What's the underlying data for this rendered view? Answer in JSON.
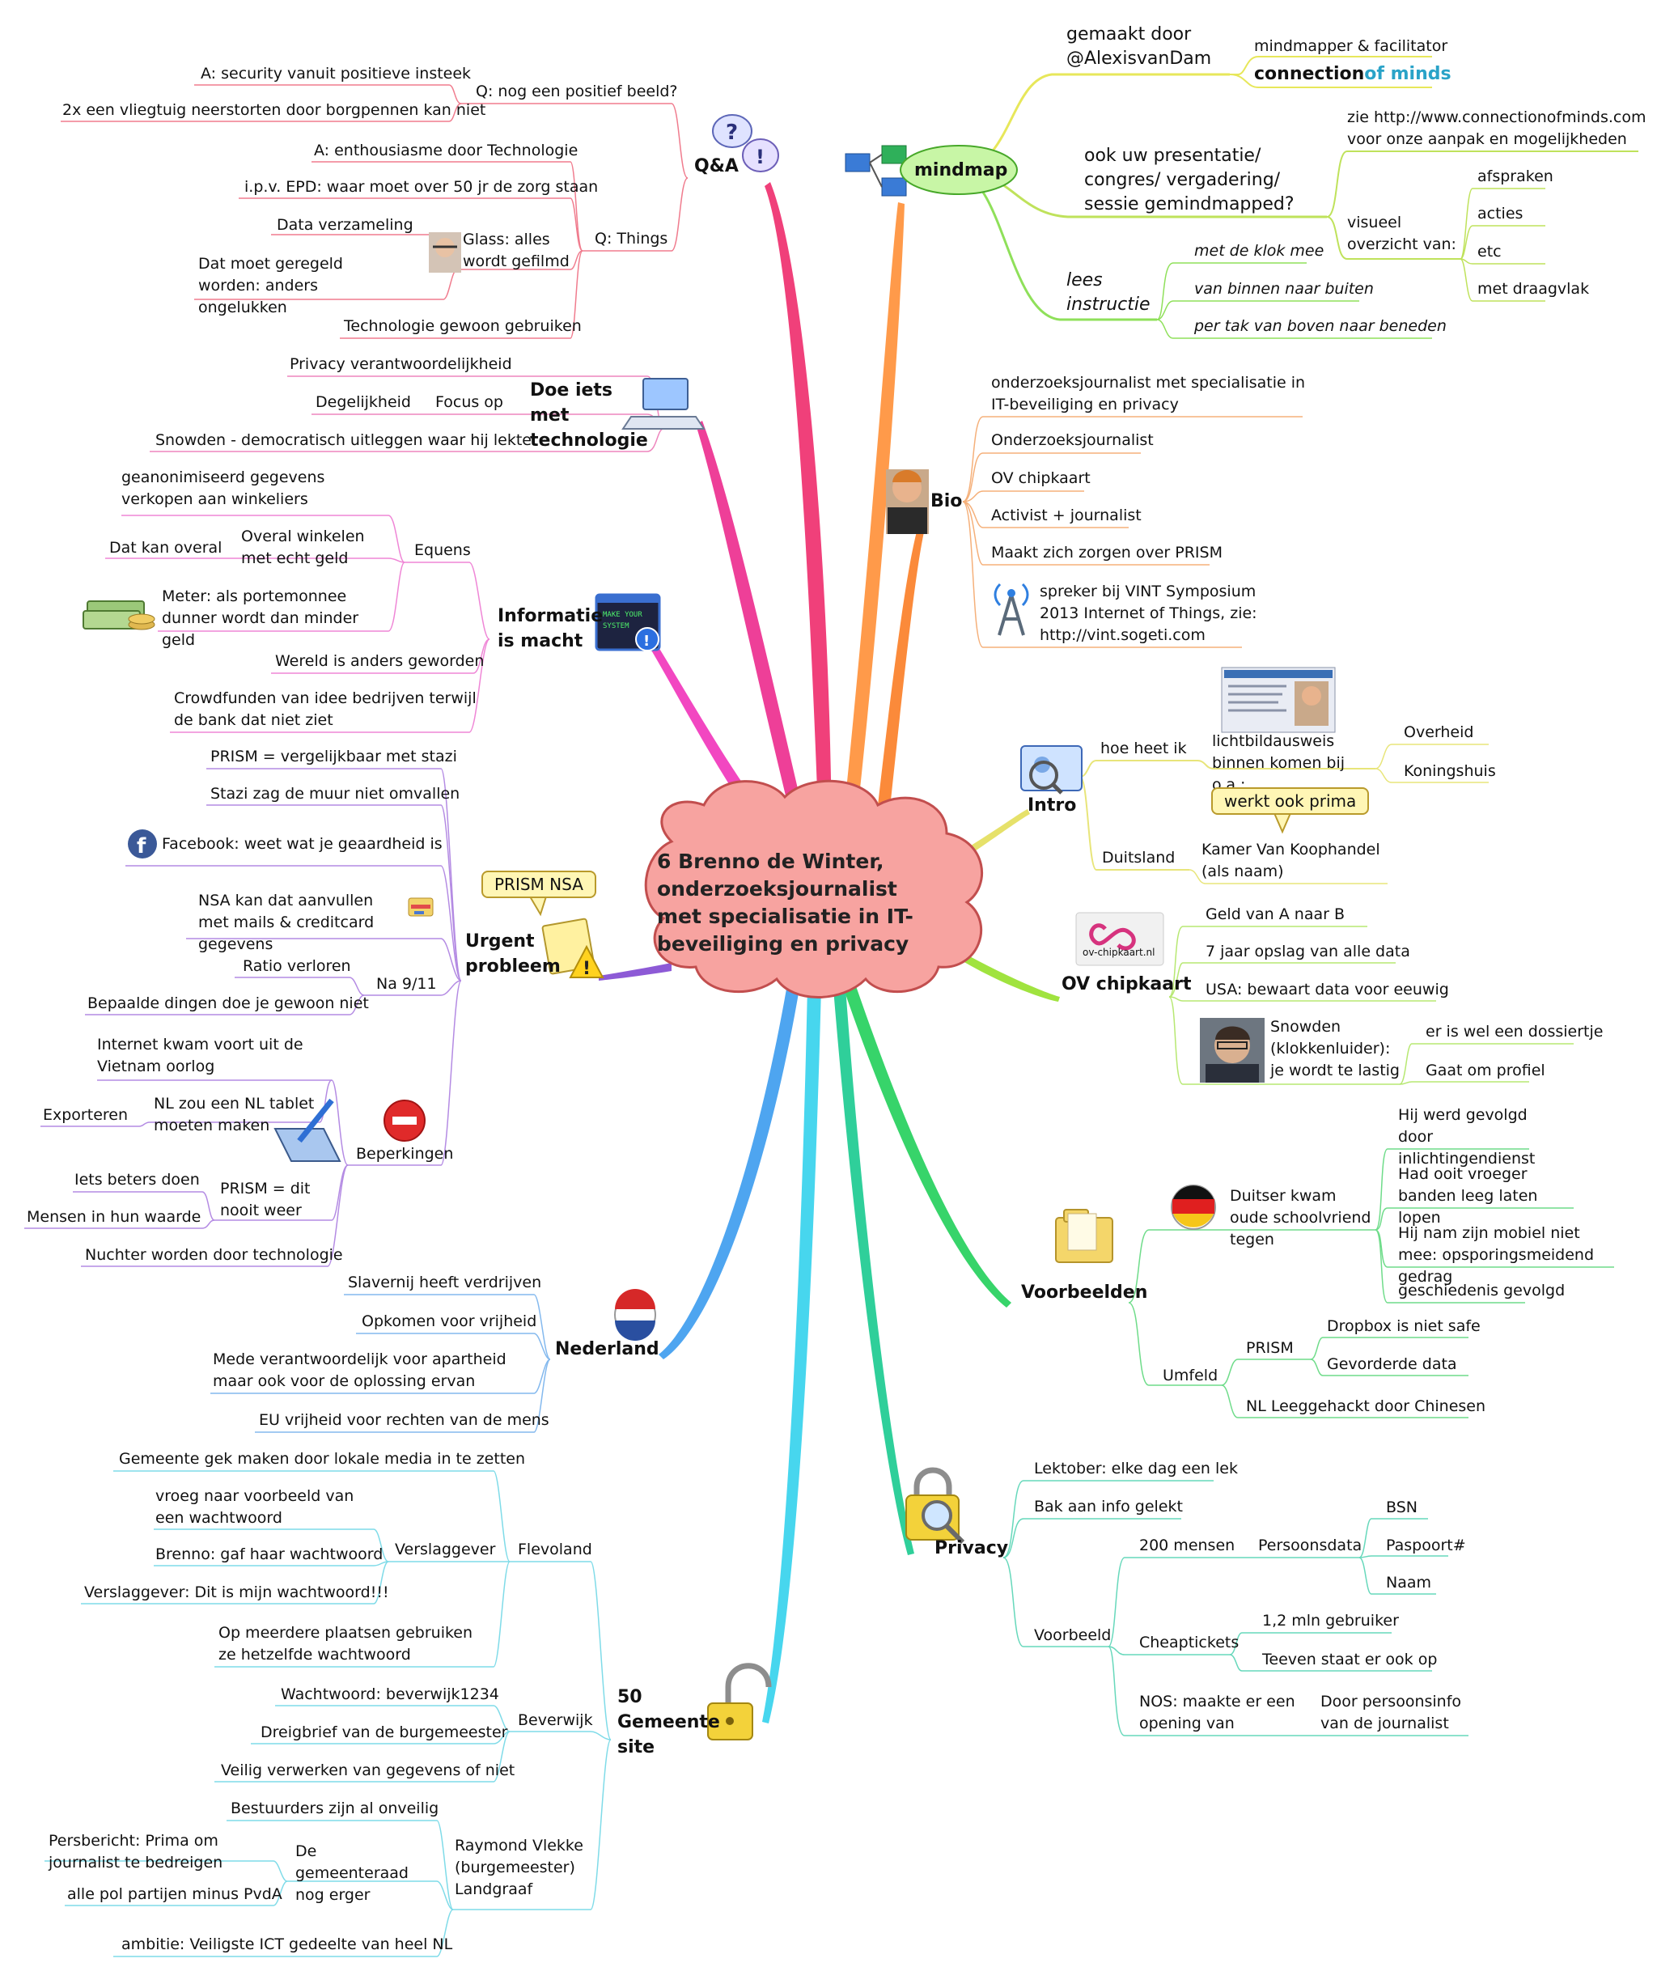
{
  "center": {
    "text": "6 Brenno de Winter, onderzoeksjournalist met specialisatie in IT-beveiliging en privacy"
  },
  "mindmap": {
    "label": "mindmap",
    "made_by": "gemaakt door @AlexisvanDam",
    "facilitator": "mindmapper & facilitator",
    "logo_text": {
      "a": "connection",
      "b": "of minds"
    },
    "offer": "ook uw presentatie/ congres/ vergadering/ sessie gemindmapped?",
    "site": "zie http://www.connectionofminds.com voor onze aanpak en mogelijkheden",
    "visual": "visueel overzicht van:",
    "visual_items": [
      "afspraken",
      "acties",
      "etc",
      "met draagvlak"
    ],
    "read": "lees instructie",
    "read_items": [
      "met de klok mee",
      "van binnen naar buiten",
      "per tak van boven naar beneden"
    ]
  },
  "bio": {
    "label": "Bio",
    "items": [
      "onderzoeksjournalist met specialisatie in IT-beveiliging en privacy",
      "Onderzoeksjournalist",
      "OV chipkaart",
      "Activist + journalist",
      "Maakt zich zorgen over PRISM",
      "spreker bij VINT Symposium 2013 Internet of Things, zie: http://vint.sogeti.com"
    ]
  },
  "intro": {
    "label": "Intro",
    "hoe": "hoe heet ik",
    "pass": "lichtbildausweis binnen komen bij o.a.:",
    "pass_items": [
      "Overheid",
      "Koningshuis"
    ],
    "callout": "werkt ook prima",
    "duits": "Duitsland",
    "kvk": "Kamer Van Koophandel (als naam)"
  },
  "ov": {
    "label": "OV chipkaart",
    "logo": "ov-chipkaart.nl",
    "items": [
      "Geld van A naar B",
      "7 jaar opslag van alle data",
      "USA: bewaart data voor eeuwig"
    ],
    "snowden": "Snowden (klokkenluider): je wordt te lastig",
    "snowden_items": [
      "er is wel een dossiertje",
      "Gaat om profiel"
    ]
  },
  "voorbeelden": {
    "label": "Voorbeelden",
    "duitser": "Duitser kwam oude schoolvriend tegen",
    "duitser_items": [
      "Hij werd gevolgd door inlichtingendienst",
      "Had ooit vroeger banden leeg laten lopen",
      "Hij nam zijn mobiel niet mee: opsporingsmeidend gedrag",
      "geschiedenis gevolgd"
    ],
    "umfeld": "Umfeld",
    "prism": "PRISM",
    "prism_items": [
      "Dropbox is niet safe",
      "Gevorderde data"
    ],
    "nl": "NL Leeggehackt door Chinesen"
  },
  "privacy": {
    "label": "Privacy",
    "items": [
      "Lektober: elke dag een lek",
      "Bak aan info gelekt"
    ],
    "voorbeeld": "Voorbeeld",
    "mensen": "200 mensen",
    "persoonsdata": "Persoonsdata",
    "pd_items": [
      "BSN",
      "Paspoort#",
      "Naam"
    ],
    "cheap": "Cheaptickets",
    "cheap_items": [
      "1,2 mln gebruiker",
      "Teeven staat er ook op"
    ],
    "nos": "NOS: maakte er een opening van",
    "nos_item": "Door persoonsinfo van de journalist"
  },
  "gemeente": {
    "label": "50 Gemeente site",
    "flevoland": "Flevoland",
    "fl_top": "Gemeente gek maken door lokale media in te zetten",
    "verslaggever": "Verslaggever",
    "vs_items": [
      "vroeg naar voorbeeld van een wachtwoord",
      "Brenno: gaf haar wachtwoord",
      "Verslaggever: Dit is mijn wachtwoord!!!"
    ],
    "fl_bottom": "Op meerdere plaatsen gebruiken ze hetzelfde wachtwoord",
    "beverwijk": "Beverwijk",
    "bv_items": [
      "Wachtwoord: beverwijk1234",
      "Dreigbrief van de burgemeester",
      "Veilig verwerken van gegevens of niet"
    ],
    "raymond": "Raymond Vlekke (burgemeester) Landgraaf",
    "bestuurders": "Bestuurders zijn al onveilig",
    "raad": "De gemeenteraad nog erger",
    "raad_items": [
      "Persbericht: Prima om journalist te bedreigen",
      "alle pol partijen minus PvdA"
    ],
    "ambitie": "ambitie: Veiligste ICT gedeelte van heel NL"
  },
  "nederland": {
    "label": "Nederland",
    "items": [
      "Slavernij heeft verdrijven",
      "Opkomen voor vrijheid",
      "Mede verantwoordelijk voor apartheid maar ook voor de oplossing ervan",
      "EU vrijheid voor rechten van de mens"
    ]
  },
  "urgent": {
    "label": "Urgent probleem",
    "callout": "PRISM NSA",
    "items": [
      "PRISM = vergelijkbaar met stazi",
      "Stazi zag de muur niet omvallen",
      "Facebook: weet wat je geaardheid is",
      "NSA kan dat aanvullen met mails & creditcard gegevens"
    ],
    "na911": "Na 9/11",
    "na911_items": [
      "Ratio verloren",
      "Bepaalde dingen doe je gewoon niet"
    ],
    "beperkingen": "Beperkingen",
    "bp_top": "Internet kwam voort uit de Vietnam oorlog",
    "tablet": "NL zou een NL tablet moeten maken",
    "exporteren": "Exporteren",
    "prism_dit": "PRISM = dit nooit weer",
    "pd_items": [
      "Iets beters doen",
      "Mensen in hun waarde"
    ],
    "nuchter": "Nuchter worden door technologie"
  },
  "informatie": {
    "label": "Informatie is macht",
    "equens": "Equens",
    "anon": "geanonimiseerd gegevens verkopen aan winkeliers",
    "overal": "Overal winkelen met echt geld",
    "overal_sub": "Dat kan overal",
    "meter": "Meter: als portemonnee dunner wordt dan minder geld",
    "wereld": "Wereld is anders geworden",
    "crowd": "Crowdfunden van idee bedrijven terwijl de bank dat niet ziet"
  },
  "doeiets": {
    "label": "Doe iets met technologie",
    "items": [
      "Privacy verantwoordelijkheid",
      "Snowden - democratisch uitleggen waar hij lekte"
    ],
    "focus": "Focus op",
    "focus_sub": "Degelijkheid"
  },
  "qa": {
    "label": "Q&A",
    "q1": "Q: nog een positief beeld?",
    "q1_items": [
      "A: security vanuit positieve insteek",
      "2x een vliegtuig neerstorten door borgpennen kan niet"
    ],
    "q2": "Q: Things",
    "q2_items": [
      "A: enthousiasme door Technologie",
      "i.p.v. EPD: waar moet over 50 jr de zorg staan"
    ],
    "glass": "Glass: alles wordt gefilmd",
    "glass_items": [
      "Data verzameling",
      "Dat moet geregeld worden: anders ongelukken"
    ],
    "tech": "Technologie gewoon gebruiken"
  }
}
